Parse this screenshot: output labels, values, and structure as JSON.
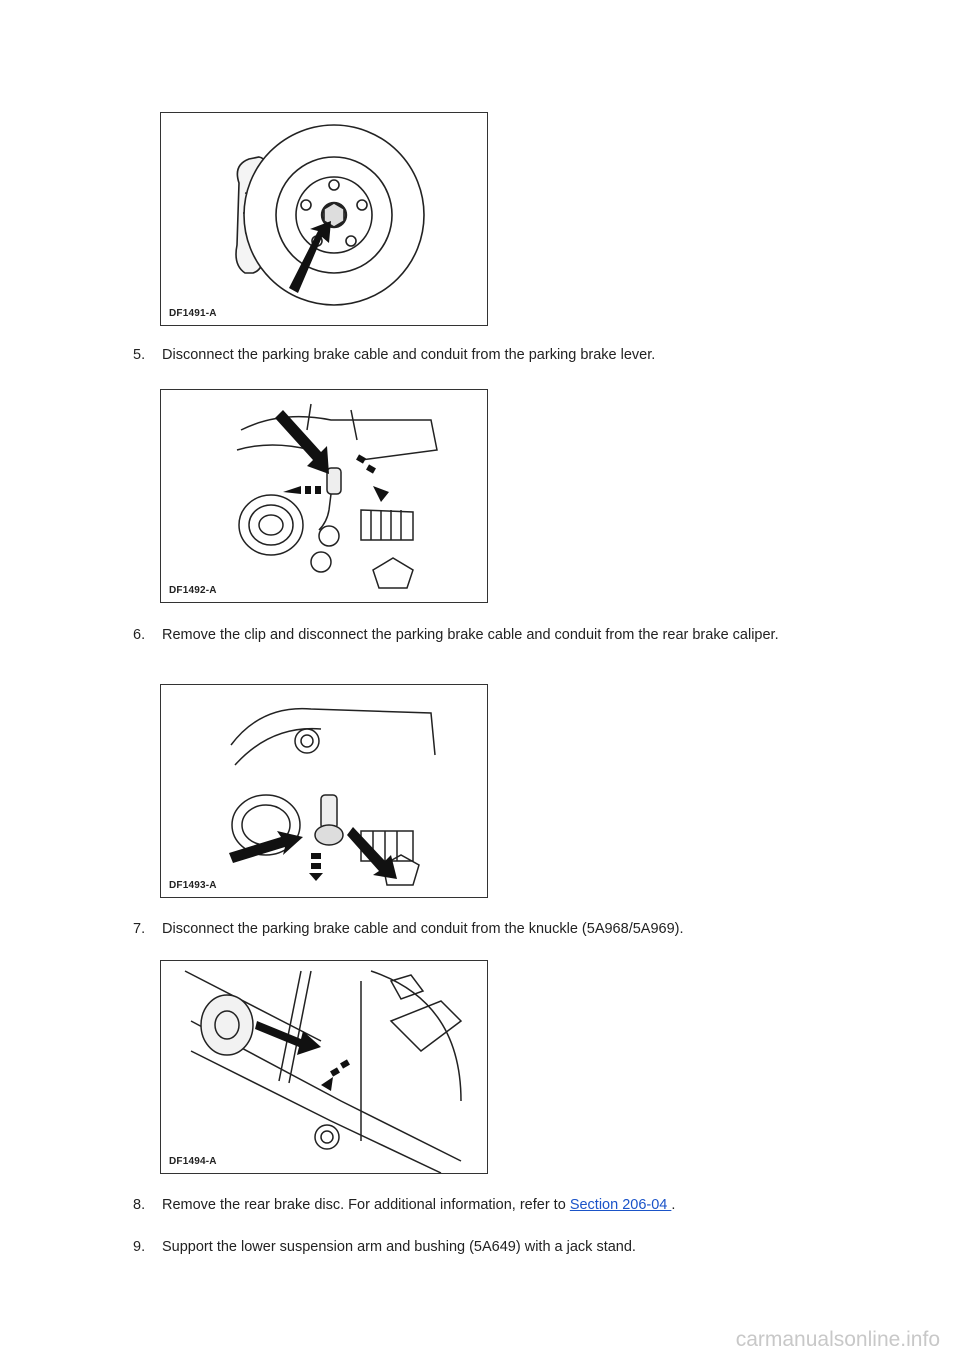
{
  "figures": [
    {
      "label": "DF1491-A"
    },
    {
      "label": "DF1492-A"
    },
    {
      "label": "DF1493-A"
    },
    {
      "label": "DF1494-A"
    }
  ],
  "steps": [
    {
      "num": "5.",
      "text": "Disconnect the parking brake cable and conduit from the parking brake lever."
    },
    {
      "num": "6.",
      "text": "Remove the clip and disconnect the parking brake cable and conduit from the rear brake caliper."
    },
    {
      "num": "7.",
      "text": "Disconnect the parking brake cable and conduit from the knuckle (5A968/5A969)."
    },
    {
      "num": "8.",
      "text_before": "Remove the rear brake disc. For additional information, refer to ",
      "link": "Section 206-04 ",
      "text_after": "."
    },
    {
      "num": "9.",
      "text": "Support the lower suspension arm and bushing (5A649) with a jack stand."
    }
  ],
  "watermark": "carmanualsonline.info"
}
